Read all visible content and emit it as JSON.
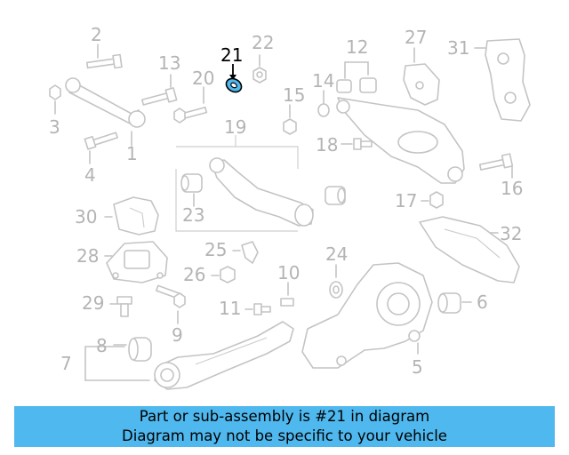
{
  "diagram": {
    "highlighted_part": "21",
    "colors": {
      "part_lines": "#c4c4c4",
      "part_labels": "#b4b4b4",
      "highlight_label": "#000000",
      "highlight_fill": "#4fb8ee",
      "banner": "#4fb8ee"
    },
    "labels": {
      "p1": "1",
      "p2": "2",
      "p3": "3",
      "p4": "4",
      "p5": "5",
      "p6": "6",
      "p7": "7",
      "p8": "8",
      "p9": "9",
      "p10": "10",
      "p11": "11",
      "p12": "12",
      "p13": "13",
      "p14": "14",
      "p15": "15",
      "p16": "16",
      "p17": "17",
      "p18": "18",
      "p19": "19",
      "p20": "20",
      "p21": "21",
      "p22": "22",
      "p23": "23",
      "p24": "24",
      "p25": "25",
      "p26": "26",
      "p27": "27",
      "p28": "28",
      "p29": "29",
      "p30": "30",
      "p31": "31",
      "p32": "32"
    }
  },
  "footer": {
    "line1": "Part or sub-assembly is #21 in diagram",
    "line2": "Diagram may not be specific to your vehicle"
  }
}
